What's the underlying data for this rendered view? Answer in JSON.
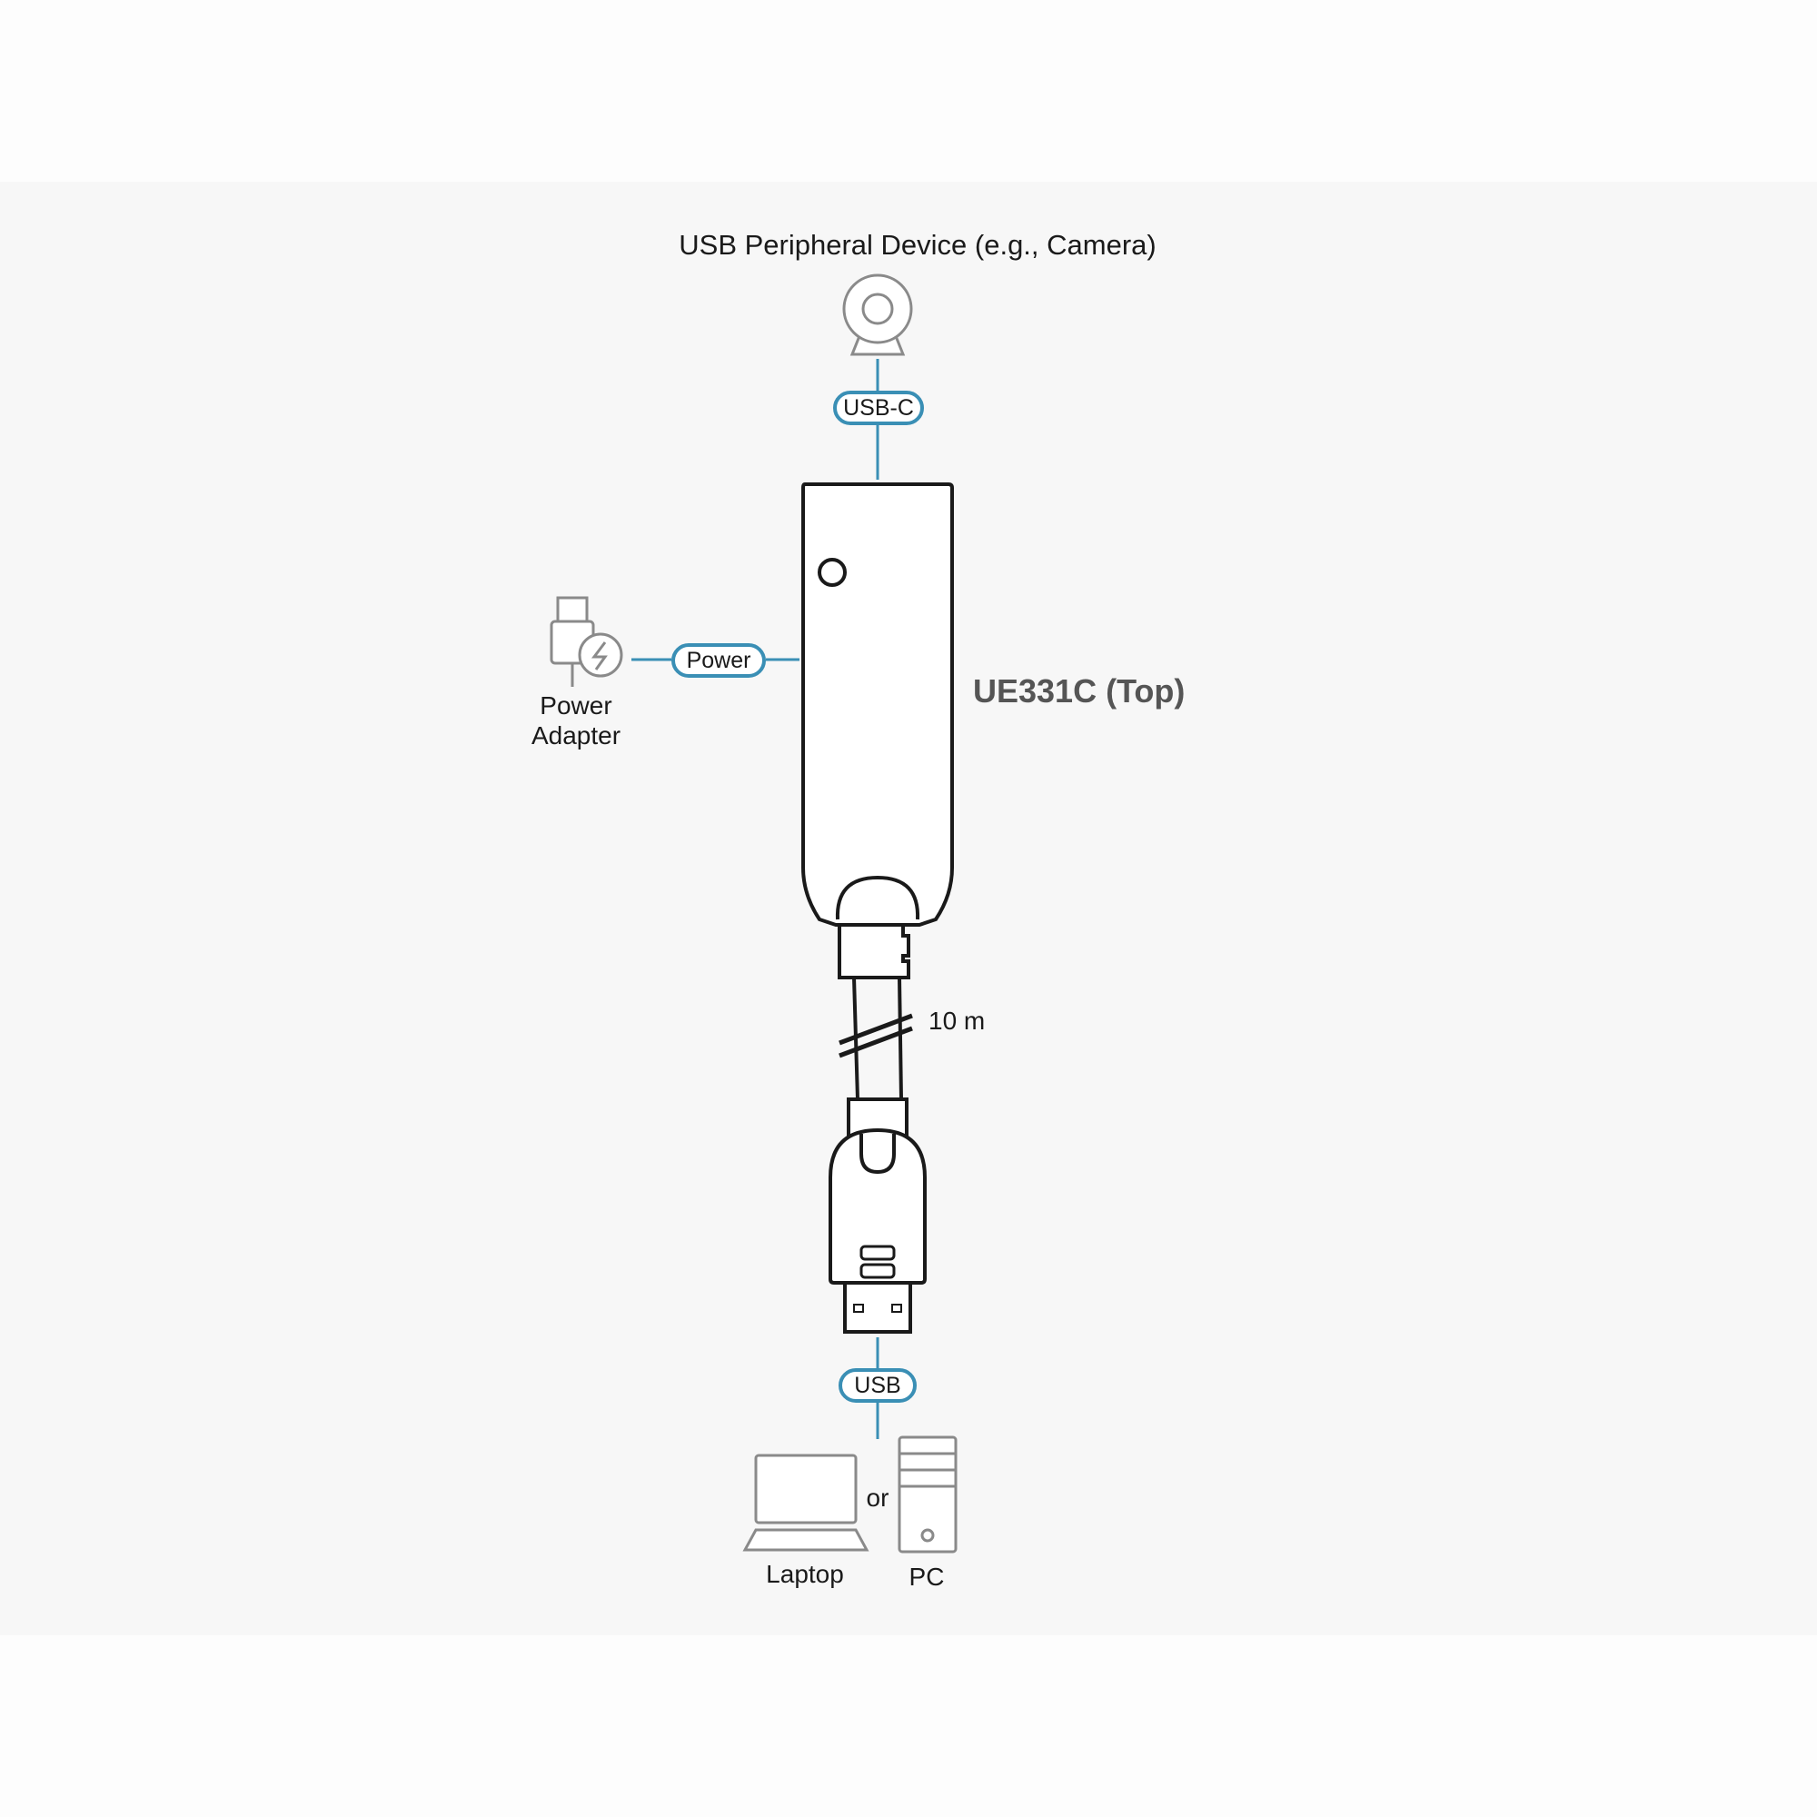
{
  "labels": {
    "peripheral": "USB Peripheral Device (e.g., Camera)",
    "product": "UE331C (Top)",
    "adapter_line1": "Power",
    "adapter_line2": "Adapter",
    "cable_length": "10 m",
    "or": "or",
    "laptop": "Laptop",
    "pc": "PC"
  },
  "connectors": {
    "top": "USB-C",
    "side": "Power",
    "bottom": "USB"
  },
  "colors": {
    "line_accent": "#3a8fb5",
    "outline": "#1a1a1a",
    "icon_gray": "#8a8a8a",
    "product_label": "#555555"
  },
  "icons": [
    "camera-icon",
    "power-adapter-icon",
    "laptop-icon",
    "pc-tower-icon",
    "usb-plug-icon"
  ]
}
